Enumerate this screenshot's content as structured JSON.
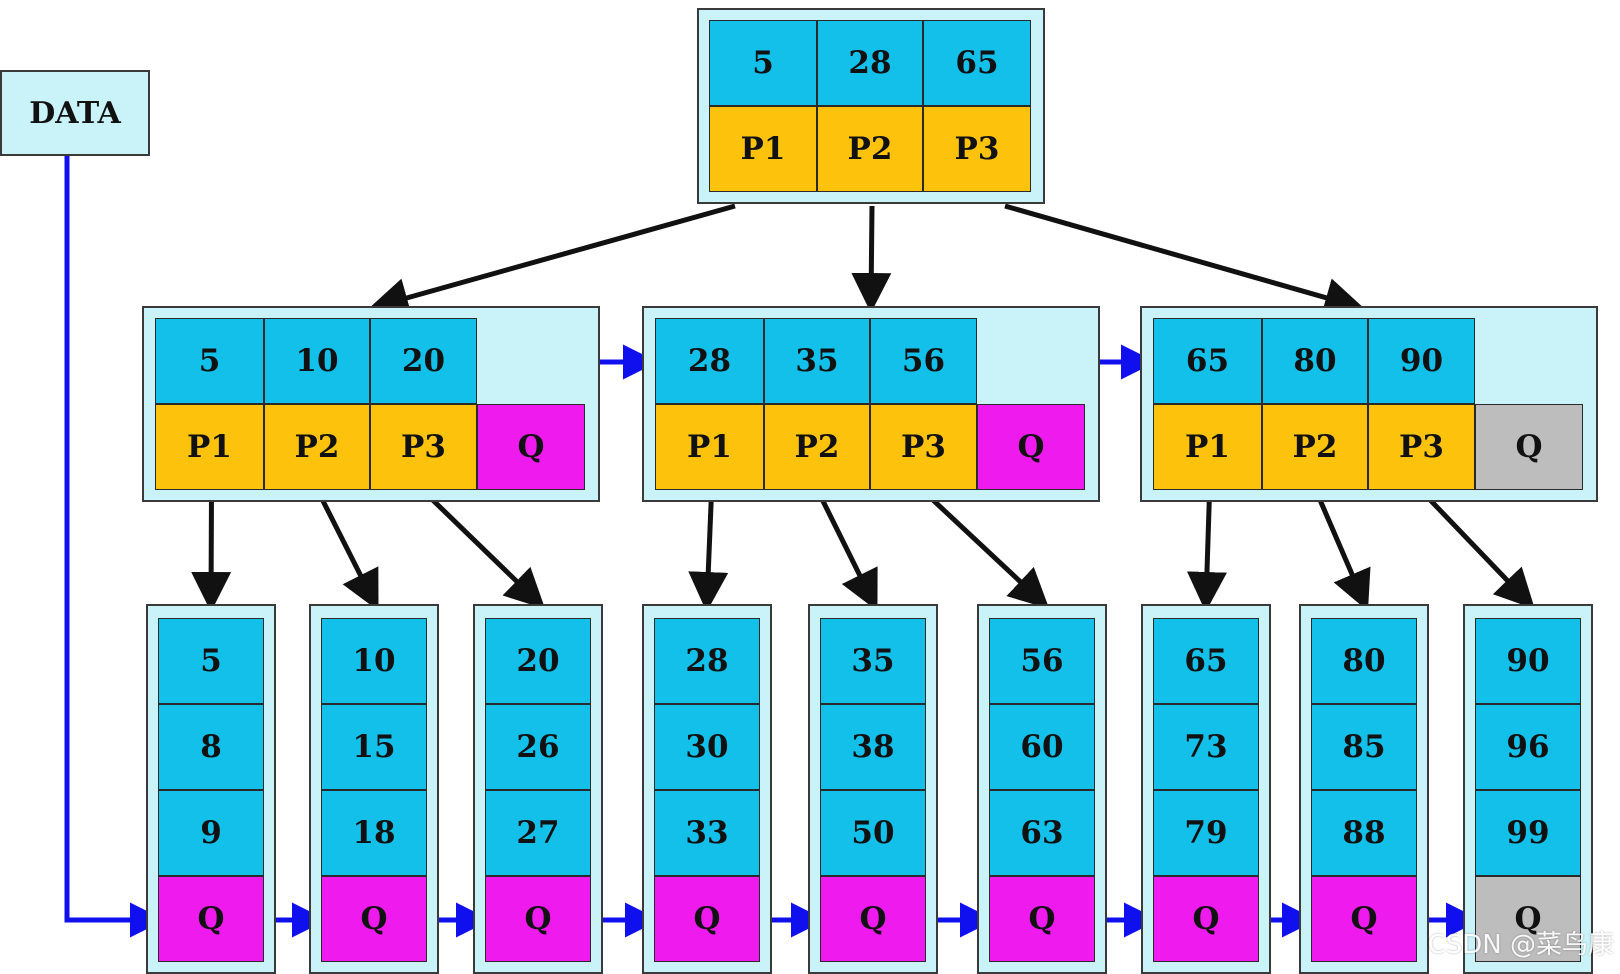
{
  "data_label": "DATA",
  "root": {
    "keys": [
      "5",
      "28",
      "65"
    ],
    "pointers": [
      "P1",
      "P2",
      "P3"
    ]
  },
  "internal_nodes": [
    {
      "keys": [
        "5",
        "10",
        "20"
      ],
      "pointers": [
        "P1",
        "P2",
        "P3"
      ],
      "next": "Q",
      "next_null": false
    },
    {
      "keys": [
        "28",
        "35",
        "56"
      ],
      "pointers": [
        "P1",
        "P2",
        "P3"
      ],
      "next": "Q",
      "next_null": false
    },
    {
      "keys": [
        "65",
        "80",
        "90"
      ],
      "pointers": [
        "P1",
        "P2",
        "P3"
      ],
      "next": "Q",
      "next_null": true
    }
  ],
  "leaves": [
    {
      "keys": [
        "5",
        "8",
        "9"
      ],
      "next": "Q",
      "next_null": false
    },
    {
      "keys": [
        "10",
        "15",
        "18"
      ],
      "next": "Q",
      "next_null": false
    },
    {
      "keys": [
        "20",
        "26",
        "27"
      ],
      "next": "Q",
      "next_null": false
    },
    {
      "keys": [
        "28",
        "30",
        "33"
      ],
      "next": "Q",
      "next_null": false
    },
    {
      "keys": [
        "35",
        "38",
        "50"
      ],
      "next": "Q",
      "next_null": false
    },
    {
      "keys": [
        "56",
        "60",
        "63"
      ],
      "next": "Q",
      "next_null": false
    },
    {
      "keys": [
        "65",
        "73",
        "79"
      ],
      "next": "Q",
      "next_null": false
    },
    {
      "keys": [
        "80",
        "85",
        "88"
      ],
      "next": "Q",
      "next_null": false
    },
    {
      "keys": [
        "90",
        "96",
        "99"
      ],
      "next": "Q",
      "next_null": true
    }
  ],
  "watermark": "CSDN @菜鸟康",
  "colors": {
    "key_cell": "#12c0ea",
    "pointer_cell": "#fdc20c",
    "next_pointer": "#ee1aee",
    "null_pointer": "#bdbdbd",
    "node_background": "#c9f3f8",
    "tree_arrow": "#111111",
    "link_arrow": "#1010ee"
  }
}
